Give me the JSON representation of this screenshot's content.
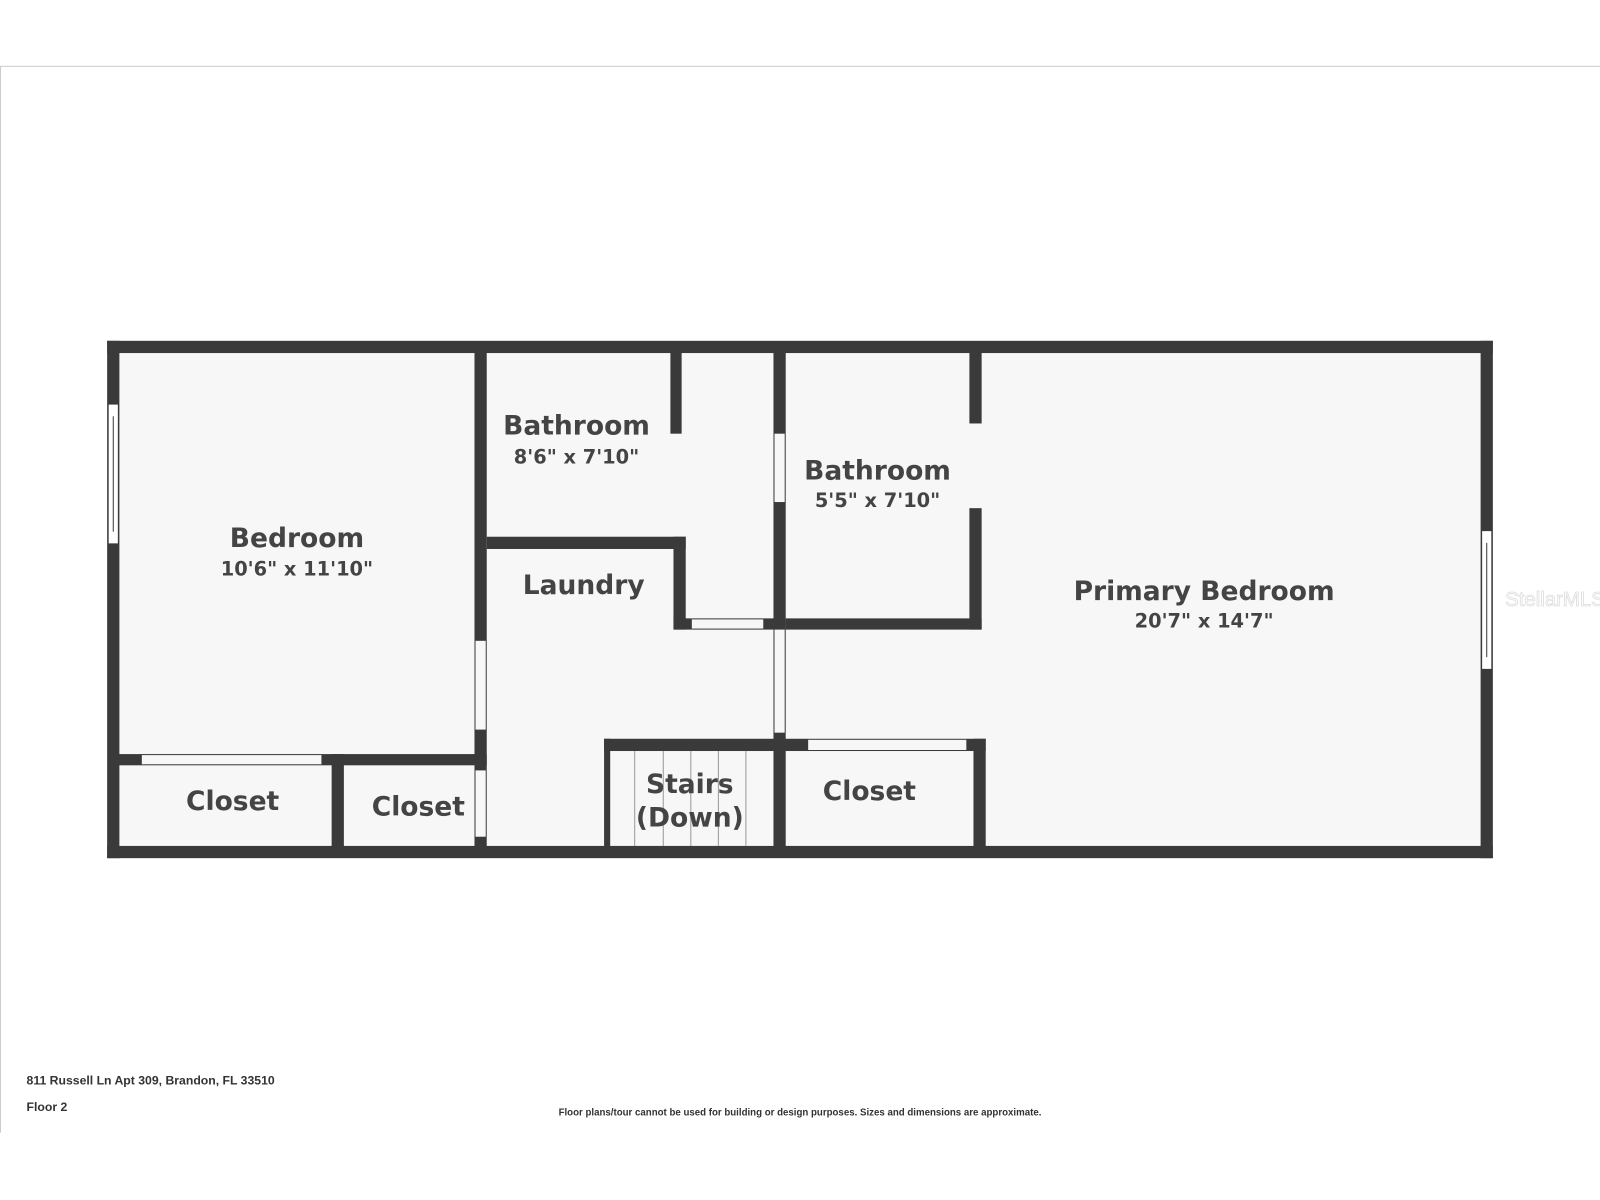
{
  "rooms": {
    "bedroom": {
      "name": "Bedroom",
      "dims": "10'6\" x 11'10\""
    },
    "bathroom1": {
      "name": "Bathroom",
      "dims": "8'6\" x 7'10\""
    },
    "bathroom2": {
      "name": "Bathroom",
      "dims": "5'5\" x 7'10\""
    },
    "laundry": {
      "name": "Laundry"
    },
    "primary": {
      "name": "Primary Bedroom",
      "dims": "20'7\" x 14'7\""
    },
    "closet1": {
      "name": "Closet"
    },
    "closet2": {
      "name": "Closet"
    },
    "closet3": {
      "name": "Closet"
    },
    "stairs": {
      "name": "Stairs",
      "sub": "(Down)"
    }
  },
  "footer": {
    "address": "811 Russell Ln Apt 309, Brandon, FL 33510",
    "floor": "Floor 2",
    "disclaimer": "Floor plans/tour cannot be used for building or design purposes. Sizes and dimensions are approximate."
  },
  "watermark": "StellarMLS",
  "colors": {
    "wall": "#3a3a3a",
    "floor": "#f7f7f7"
  }
}
